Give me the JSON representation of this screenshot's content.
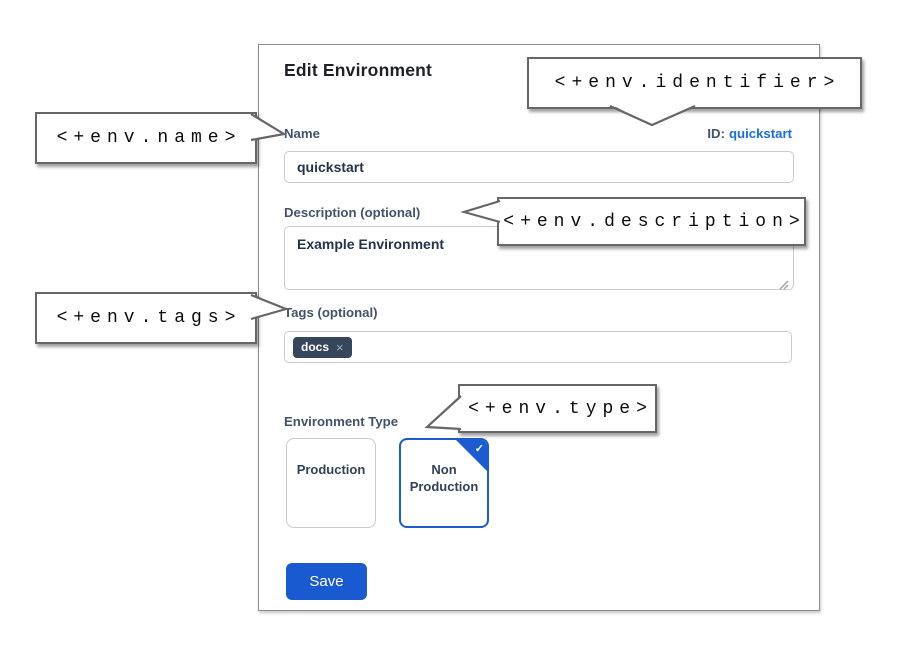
{
  "dialog": {
    "title": "Edit Environment",
    "name": {
      "label": "Name",
      "value": "quickstart"
    },
    "id": {
      "label": "ID:",
      "value": "quickstart"
    },
    "description": {
      "label": "Description (optional)",
      "value": "Example Environment"
    },
    "tags": {
      "label": "Tags (optional)",
      "items": [
        "docs"
      ],
      "remove_icon": "×"
    },
    "type": {
      "label": "Environment Type",
      "options": [
        {
          "label": "Production",
          "selected": false
        },
        {
          "label": "Non Production",
          "selected": true
        }
      ],
      "check_icon": "✓"
    },
    "save_label": "Save"
  },
  "callouts": {
    "identifier": {
      "text": "<+env.identifier>"
    },
    "name": {
      "text": "<+env.name>"
    },
    "description": {
      "text": "<+env.description>"
    },
    "tags": {
      "text": "<+env.tags>"
    },
    "type": {
      "text": "<+env.type>"
    }
  },
  "colors": {
    "accent_blue": "#1c5bd0",
    "link_blue": "#1a6ce0",
    "chip_bg": "#36475d",
    "callout_border": "#676767"
  }
}
